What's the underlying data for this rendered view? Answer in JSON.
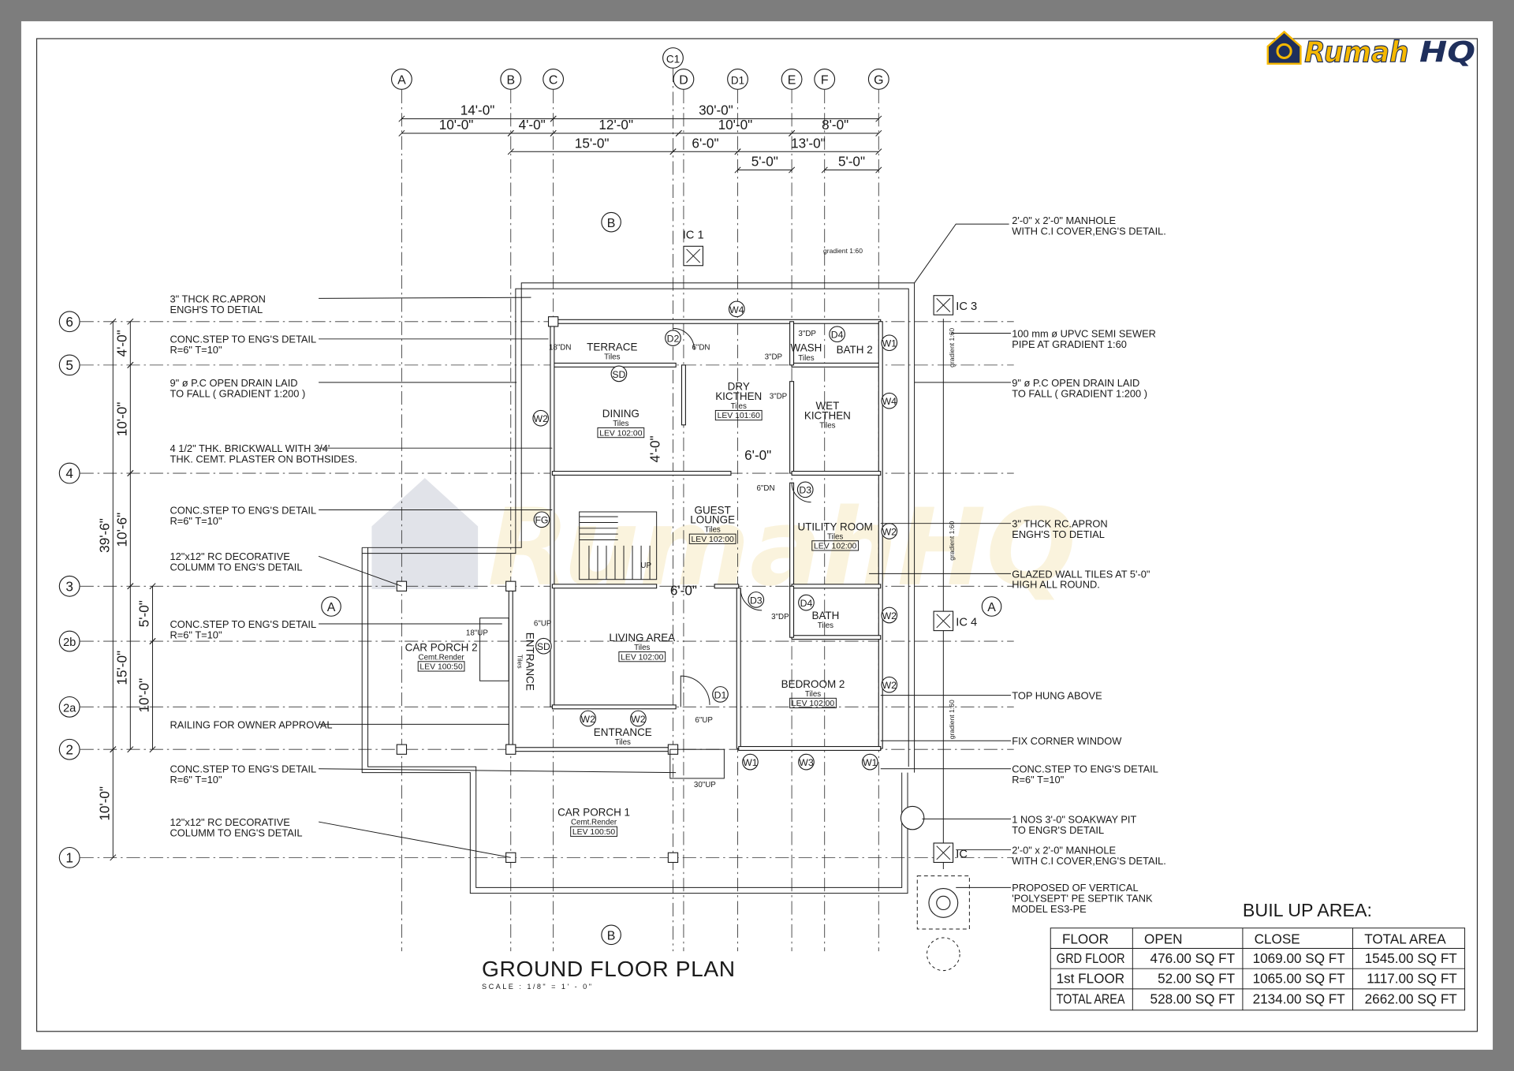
{
  "logo": {
    "text_primary": "Rumah",
    "text_secondary": "HQ",
    "colors": {
      "primary": "#f5b800",
      "secondary": "#1f2f5c"
    }
  },
  "watermark": {
    "text": "RumahHQ"
  },
  "title": "GROUND FLOOR PLAN",
  "scale": "SCALE  : 1/8\" = 1' - 0\"",
  "grid_columns": [
    "A",
    "B",
    "C",
    "C1",
    "D",
    "D1",
    "E",
    "F",
    "G"
  ],
  "grid_rows": [
    "6",
    "5",
    "4",
    "3",
    "2b",
    "2a",
    "2",
    "1"
  ],
  "dims_top": [
    "14'-0\"",
    "30'-0\"",
    "10'-0\"",
    "4'-0\"",
    "12'-0\"",
    "10'-0\"",
    "8'-0\"",
    "15'-0\"",
    "6'-0\"",
    "13'-0\"",
    "5'-0\"",
    "5'-0\""
  ],
  "dims_left": [
    "39'-6\"",
    "10'-0\"",
    "4'-0\"",
    "10'-0\"",
    "10'-6\"",
    "15'-0\"",
    "5'-0\"",
    "10'-0\""
  ],
  "rooms": [
    {
      "name": "TERRACE",
      "finish": "Tiles",
      "level": ""
    },
    {
      "name": "DINING",
      "finish": "Tiles",
      "level": "LEV 102:00"
    },
    {
      "name": "DRY KICTHEN",
      "finish": "Tiles",
      "level": "LEV 101:60"
    },
    {
      "name": "WASH",
      "finish": "Tiles",
      "level": ""
    },
    {
      "name": "BATH 2",
      "finish": "",
      "level": ""
    },
    {
      "name": "WET KICTHEN",
      "finish": "Tiles",
      "level": ""
    },
    {
      "name": "GUEST LOUNGE",
      "finish": "Tiles",
      "level": "LEV 102:00"
    },
    {
      "name": "UTILITY ROOM",
      "finish": "Tiles",
      "level": "LEV 102:00"
    },
    {
      "name": "BATH",
      "finish": "Tiles",
      "level": ""
    },
    {
      "name": "LIVING AREA",
      "finish": "Tiles",
      "level": "LEV 102:00"
    },
    {
      "name": "BEDROOM 2",
      "finish": "Tiles",
      "level": "LEV 102:00"
    },
    {
      "name": "CAR PORCH 2",
      "finish": "Cemt.Render",
      "level": "LEV 100:50"
    },
    {
      "name": "ENTRANCE",
      "finish": "Tiles",
      "level": ""
    },
    {
      "name": "CAR PORCH 1",
      "finish": "Cemt.Render",
      "level": "LEV 100:50"
    }
  ],
  "side_entrance": {
    "name": "ENTRANCE",
    "finish": "Tiles"
  },
  "tags": [
    "W4",
    "D2",
    "D4",
    "W1",
    "SD",
    "W2",
    "W4",
    "FG",
    "D3",
    "W2",
    "D3",
    "D4",
    "W2",
    "SD",
    "W2",
    "D1",
    "W2",
    "W2",
    "W1",
    "W3",
    "W1"
  ],
  "small_labels": [
    "18\"DN",
    "6\"DN",
    "3\"DP",
    "3\"DP",
    "3\"DP",
    "6\"DN",
    "UP",
    "6\"UP",
    "18\"UP",
    "3\"DP",
    "6\"UP",
    "30\"UP",
    "6'-0\"",
    "4'-0\"",
    "6'-0\""
  ],
  "gradient_labels": [
    "gradient 1:60",
    "gradient 1:60",
    "gradient 1:60",
    "gradient 1:60"
  ],
  "inspection_chambers": [
    "IC 1",
    "IC 3",
    "IC 4",
    "IC"
  ],
  "section_markers": [
    "A",
    "A",
    "B",
    "B"
  ],
  "notes_left": [
    [
      "3\" THCK RC.APRON",
      "ENGH'S TO DETIAL"
    ],
    [
      "CONC.STEP TO ENG'S DETAIL",
      "R=6\" T=10\""
    ],
    [
      "9\" ø P.C OPEN DRAIN LAID",
      "TO FALL ( GRADIENT 1:200 )"
    ],
    [
      "4 1/2\" THK. BRICKWALL WITH 3/4'",
      "THK. CEMT. PLASTER  ON BOTHSIDES."
    ],
    [
      "CONC.STEP TO ENG'S DETAIL",
      "R=6\" T=10\""
    ],
    [
      "12\"x12\" RC DECORATIVE",
      "COLUMM TO ENG'S DETAIL"
    ],
    [
      "CONC.STEP TO ENG'S DETAIL",
      "R=6\" T=10\""
    ],
    [
      "RAILING FOR OWNER APPROVAL"
    ],
    [
      "CONC.STEP TO ENG'S DETAIL",
      "R=6\" T=10\""
    ],
    [
      "12\"x12\" RC DECORATIVE",
      "COLUMM TO ENG'S DETAIL"
    ]
  ],
  "notes_right": [
    [
      "2'-0\" x 2'-0\" MANHOLE",
      "WITH C.I COVER,ENG'S DETAIL."
    ],
    [
      "100 mm ø UPVC SEMI SEWER",
      "PIPE AT GRADIENT 1:60"
    ],
    [
      "9\" ø P.C OPEN DRAIN LAID",
      "TO FALL ( GRADIENT 1:200 )"
    ],
    [
      "3\" THCK RC.APRON",
      "ENGH'S TO DETIAL"
    ],
    [
      "GLAZED WALL TILES AT 5'-0\"",
      "HIGH ALL ROUND."
    ],
    [
      "TOP HUNG ABOVE"
    ],
    [
      "FIX CORNER WINDOW"
    ],
    [
      "CONC.STEP TO ENG'S DETAIL",
      "R=6\" T=10\""
    ],
    [
      "1 NOS 3'-0\" SOAKWAY PIT",
      "TO ENGR'S DETAIL"
    ],
    [
      "2'-0\" x 2'-0\" MANHOLE",
      "WITH C.I COVER,ENG'S DETAIL."
    ],
    [
      "PROPOSED OF VERTICAL",
      "'POLYSEPT' PE SEPTIK TANK",
      "MODEL ES3-PE"
    ]
  ],
  "area_table": {
    "title": "BUIL UP AREA:",
    "headers": [
      "FLOOR",
      "OPEN",
      "CLOSE",
      "TOTAL AREA"
    ],
    "rows": [
      [
        "GRD FLOOR",
        "476.00 SQ FT",
        "1069.00 SQ FT",
        "1545.00 SQ FT"
      ],
      [
        "1st FLOOR",
        "52.00 SQ FT",
        "1065.00 SQ FT",
        "1117.00 SQ FT"
      ],
      [
        "TOTAL AREA",
        "528.00 SQ FT",
        "2134.00 SQ FT",
        "2662.00 SQ FT"
      ]
    ]
  }
}
